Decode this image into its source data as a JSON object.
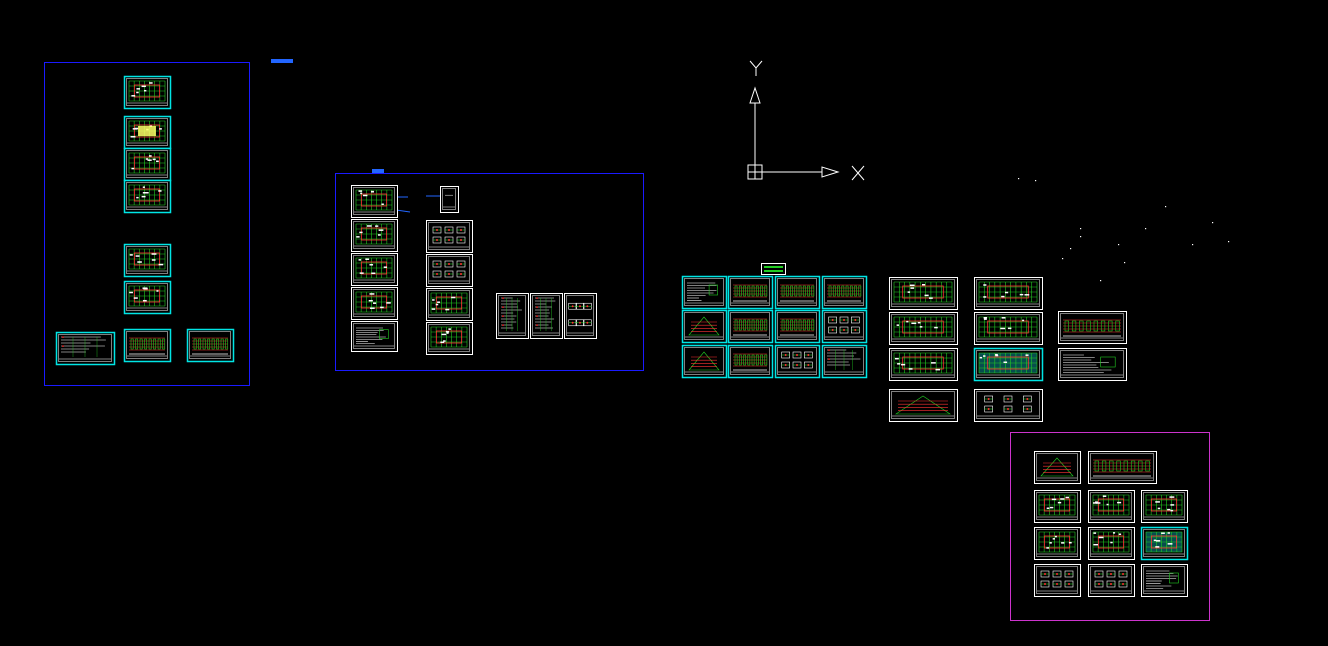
{
  "viewport": {
    "background": "#000000"
  },
  "ucs_icon": {
    "x_label": "X",
    "y_label": "Y",
    "color": "#ffffff"
  },
  "colors": {
    "frame_blue": "#1a1aff",
    "frame_magenta": "#cc33cc",
    "sheet_white": "#ffffff",
    "sheet_cyan": "#00e5e5",
    "drawing_green": "#22cc22",
    "drawing_red": "#ff3333",
    "drawing_yellow": "#ffff66",
    "label_blue": "#2266ff"
  },
  "groups": [
    {
      "name": "architectural-set-group",
      "frame_color": "frame_blue",
      "label": ""
    },
    {
      "name": "structural-set-group",
      "frame_color": "frame_blue",
      "label": ""
    },
    {
      "name": "elevation-section-group",
      "frame_color": "",
      "label": ""
    },
    {
      "name": "floor-plan-group",
      "frame_color": "",
      "label": ""
    },
    {
      "name": "detail-set-group",
      "frame_color": "frame_magenta",
      "label": ""
    }
  ]
}
